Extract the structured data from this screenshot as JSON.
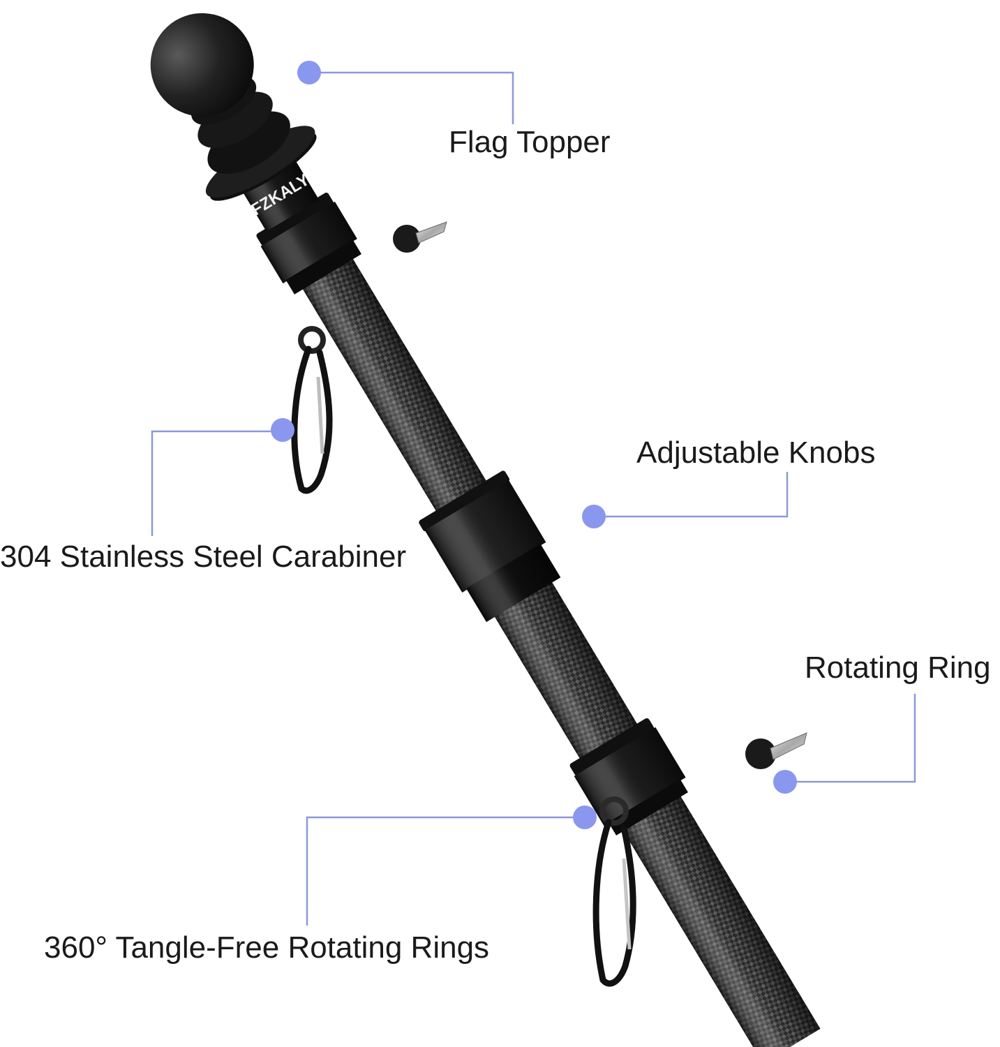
{
  "product": {
    "brand": "FZKALY"
  },
  "callouts": {
    "flag_topper": "Flag Topper",
    "adjustable_knobs": "Adjustable Knobs",
    "carabiner": "304 Stainless Steel Carabiner",
    "rotating_ring": "Rotating Ring",
    "tangle_free_rings": "360° Tangle-Free Rotating Rings"
  },
  "colors": {
    "callout_dot": "#8a97ee",
    "callout_line": "#8d98d8",
    "pole_dark": "#1b1b1b",
    "carbon_light": "#5a5a5a",
    "label_text": "#1a1a1a"
  }
}
